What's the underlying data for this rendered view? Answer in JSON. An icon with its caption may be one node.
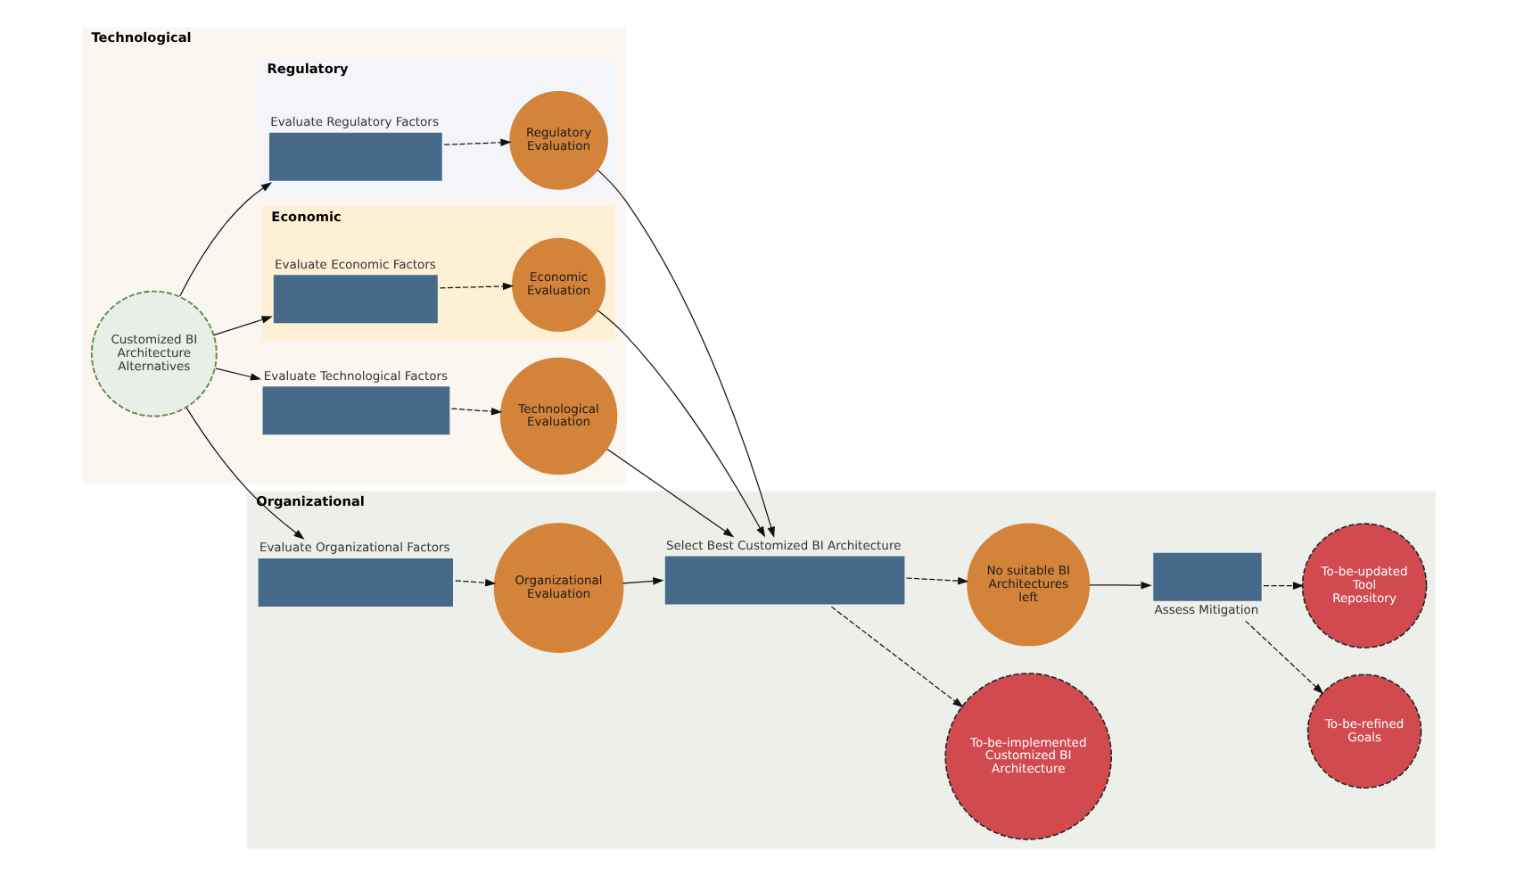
{
  "diagram": {
    "nodes": [
      {
        "text": [
          "Technological"
        ]
      },
      {
        "text": [
          "Customized BI Architecture Alternatives"
        ],
        "in": 0
      },
      {
        "text": [
          "Evaluate Technological Factors"
        ],
        "in": 0
      },
      {
        "text": [
          "Technological Evaluation"
        ],
        "in": 0
      },
      {
        "text": [
          "Organizational"
        ]
      },
      {
        "text": [
          "Evaluate Organizational Factors"
        ],
        "in": 4
      },
      {
        "text": [
          "Organizational Evaluation"
        ],
        "in": 4
      },
      {
        "text": [
          "Select Best Customized BI Architecture"
        ],
        "in": 4
      },
      {
        "text": [
          "To-be-implemented Customized BI Architecture"
        ],
        "in": 4
      },
      {
        "text": [
          "No suitable BI Architectures left"
        ],
        "in": 4
      },
      {
        "text": [
          "Assess Mitigation"
        ],
        "in": 4
      },
      {
        "text": [
          "To-be-refined Goals"
        ],
        "in": 4
      },
      {
        "text": [
          "To-be-updated Tool Repository"
        ],
        "in": 4
      },
      {
        "text": [
          "Economic"
        ],
        "in": 0
      },
      {
        "text": [
          "Evaluate Economic Factors"
        ],
        "in": 13
      },
      {
        "text": [
          "Economic Evaluation"
        ],
        "in": 13
      },
      {
        "text": [
          "Regulatory"
        ],
        "in": 0
      },
      {
        "text": [
          "Evaluate Regulatory Factors"
        ],
        "in": 16
      },
      {
        "text": [
          "Regulatory Evaluation"
        ],
        "in": 16
      }
    ],
    "edges": [
      {
        "from": 1,
        "to": 2,
        "arrow": "to"
      },
      {
        "from": 1,
        "to": 5,
        "arrow": "to"
      },
      {
        "from": 1,
        "to": 14,
        "arrow": "to"
      },
      {
        "from": 1,
        "to": 17,
        "arrow": "to"
      },
      {
        "from": 2,
        "to": 3,
        "arrow": "to",
        "style": "dashed"
      },
      {
        "from": 5,
        "to": 6,
        "arrow": "to",
        "style": "dashed"
      },
      {
        "from": 14,
        "to": 15,
        "arrow": "to",
        "style": "dashed"
      },
      {
        "from": 17,
        "to": 18,
        "arrow": "to",
        "style": "dashed"
      },
      {
        "from": 3,
        "to": 7,
        "arrow": "to"
      },
      {
        "from": 6,
        "to": 7,
        "arrow": "to"
      },
      {
        "from": 15,
        "to": 7,
        "arrow": "to"
      },
      {
        "from": 18,
        "to": 7,
        "arrow": "to"
      },
      {
        "from": 7,
        "to": 8,
        "arrow": "to",
        "style": "dashed"
      },
      {
        "from": 7,
        "to": 9,
        "arrow": "to",
        "style": "dashed"
      },
      {
        "from": 9,
        "to": 10,
        "arrow": "to"
      },
      {
        "from": 10,
        "to": 11,
        "arrow": "to",
        "style": "dashed"
      },
      {
        "from": 10,
        "to": 12,
        "arrow": "to",
        "style": "dashed"
      }
    ]
  }
}
